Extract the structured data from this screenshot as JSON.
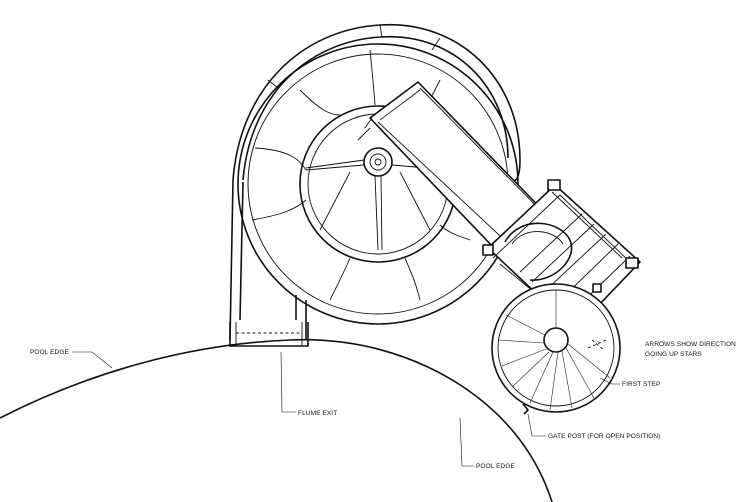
{
  "labels": {
    "pool_edge_left": "POOL EDGE",
    "flume_exit": "FLUME EXIT",
    "pool_edge_bottom": "POOL EDGE",
    "arrows_line1": "ARROWS SHOW DIRECTION",
    "arrows_line2": "GOING UP STARS",
    "first_step": "FIRST STEP",
    "gate_post": "GATE POST (FOR OPEN POSITION)"
  }
}
